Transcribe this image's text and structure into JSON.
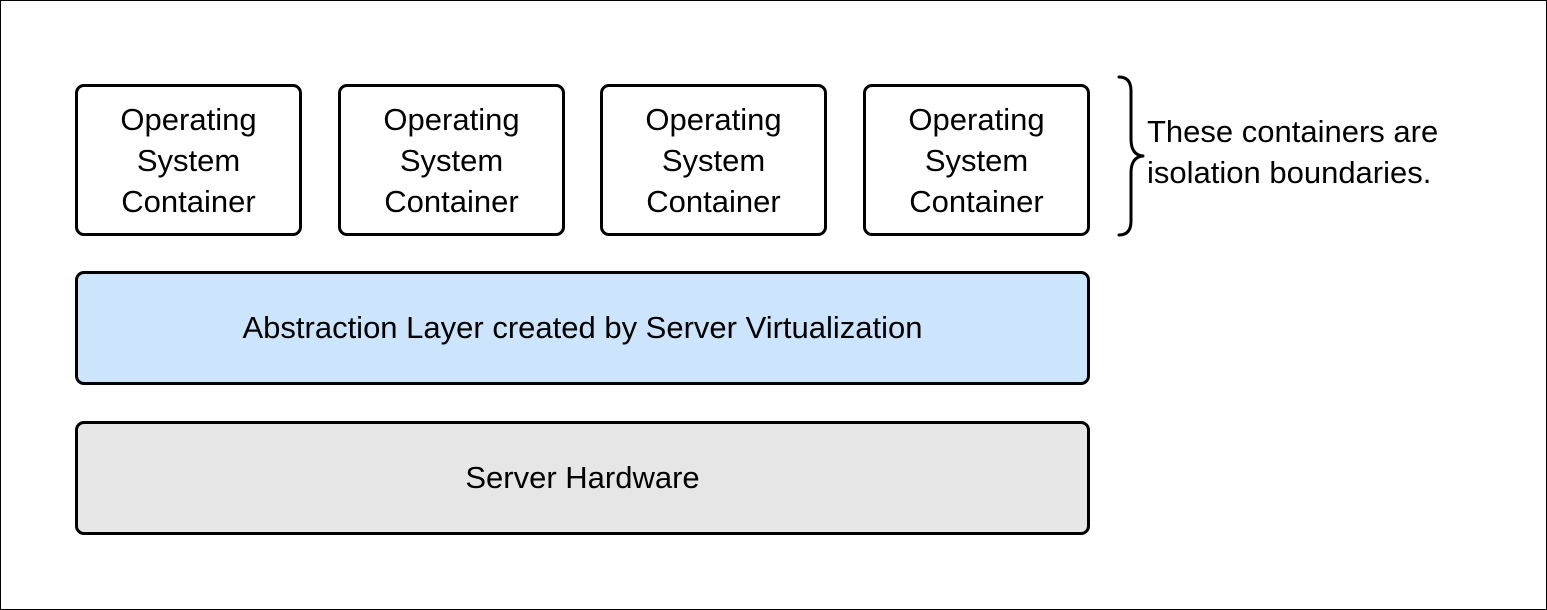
{
  "containers": [
    {
      "label": "Operating\nSystem\nContainer"
    },
    {
      "label": "Operating\nSystem\nContainer"
    },
    {
      "label": "Operating\nSystem\nContainer"
    },
    {
      "label": "Operating\nSystem\nContainer"
    }
  ],
  "layers": {
    "abstraction": {
      "label": "Abstraction Layer created by Server Virtualization",
      "fill": "#cce4fc"
    },
    "hardware": {
      "label": "Server Hardware",
      "fill": "#e6e6e6"
    }
  },
  "annotation": {
    "line1": "These containers are",
    "line2": "isolation boundaries."
  },
  "icons": {
    "brace": "curly-brace-icon"
  }
}
